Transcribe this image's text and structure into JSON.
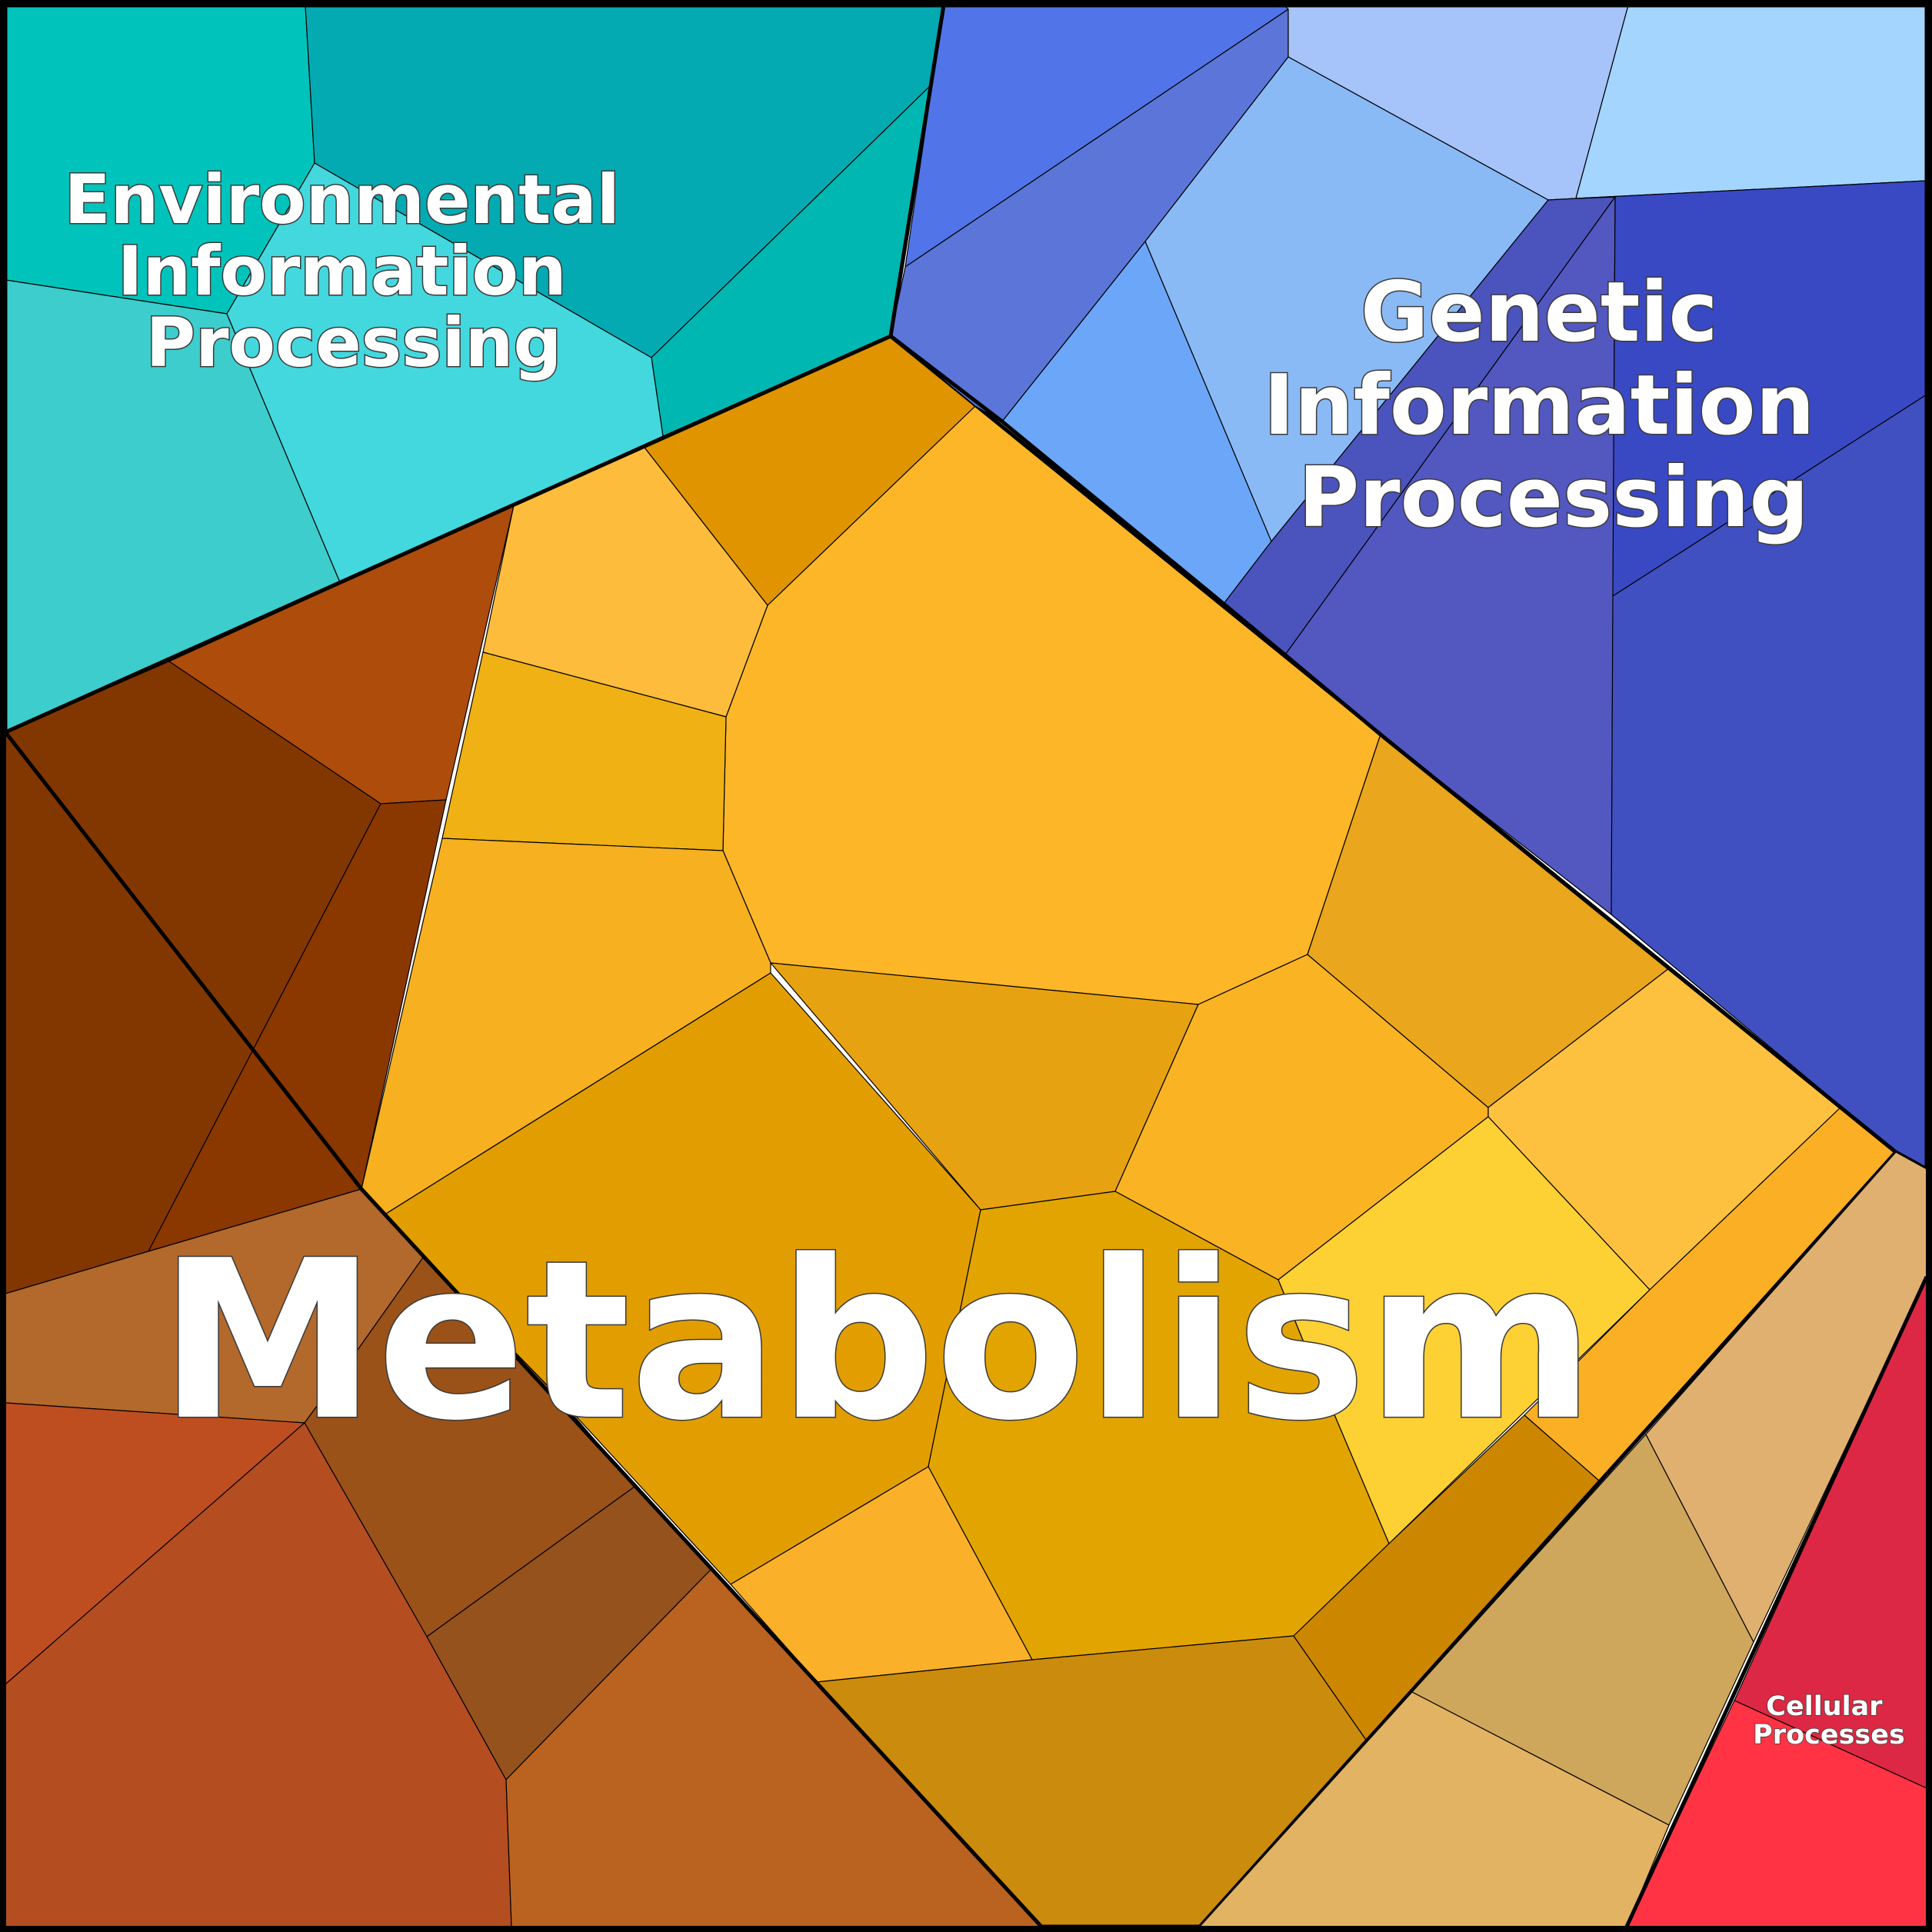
{
  "regions": [
    {
      "name": "metabolism",
      "label_lines": [
        "Metabolism"
      ],
      "cells": [
        {
          "fill": "#FDB628"
        },
        {
          "fill": "#DF9400"
        },
        {
          "fill": "#FDBC3B"
        },
        {
          "fill": "#EFB113"
        },
        {
          "fill": "#F6B020"
        },
        {
          "fill": "#E29E00"
        },
        {
          "fill": "#E7A212"
        },
        {
          "fill": "#F9B323"
        },
        {
          "fill": "#EAA61C"
        },
        {
          "fill": "#FEC13F"
        },
        {
          "fill": "#FDD033"
        },
        {
          "fill": "#FBAF24"
        },
        {
          "fill": "#E2A400"
        },
        {
          "fill": "#FBB02A"
        },
        {
          "fill": "#CB8B0C"
        },
        {
          "fill": "#CC8600"
        },
        {
          "fill": "#AE4C0B"
        },
        {
          "fill": "#833700"
        },
        {
          "fill": "#8B3700"
        },
        {
          "fill": "#B2692B"
        },
        {
          "fill": "#BE4E20"
        },
        {
          "fill": "#9A5218"
        },
        {
          "fill": "#B44D1F"
        },
        {
          "fill": "#95521C"
        },
        {
          "fill": "#BA6220"
        }
      ]
    },
    {
      "name": "environmental-information-processing",
      "label_lines": [
        "Environmental",
        "Information",
        "Processing"
      ],
      "cells": [
        {
          "fill": "#00C4BB"
        },
        {
          "fill": "#03AAB2"
        },
        {
          "fill": "#00B7B1"
        },
        {
          "fill": "#3CCDCC"
        },
        {
          "fill": "#42D8DE"
        }
      ]
    },
    {
      "name": "genetic-information-processing",
      "label_lines": [
        "Genetic",
        "Information",
        "Processing"
      ],
      "cells": [
        {
          "fill": "#5175E8"
        },
        {
          "fill": "#5C75D8"
        },
        {
          "fill": "#A6C3FA"
        },
        {
          "fill": "#A3D5FF"
        },
        {
          "fill": "#8ABAF5"
        },
        {
          "fill": "#6CA6F8"
        },
        {
          "fill": "#4B53BC"
        },
        {
          "fill": "#5357C0"
        },
        {
          "fill": "#3949C4"
        },
        {
          "fill": "#4050C0"
        }
      ]
    },
    {
      "name": "cellular-processes",
      "label_lines": [
        "Cellular",
        "Processes"
      ],
      "cells": [
        {
          "fill": "#E0B070"
        },
        {
          "fill": "#CEA65C"
        },
        {
          "fill": "#E1B362"
        },
        {
          "fill": "#DC2844"
        },
        {
          "fill": "#FF3344"
        }
      ]
    }
  ]
}
